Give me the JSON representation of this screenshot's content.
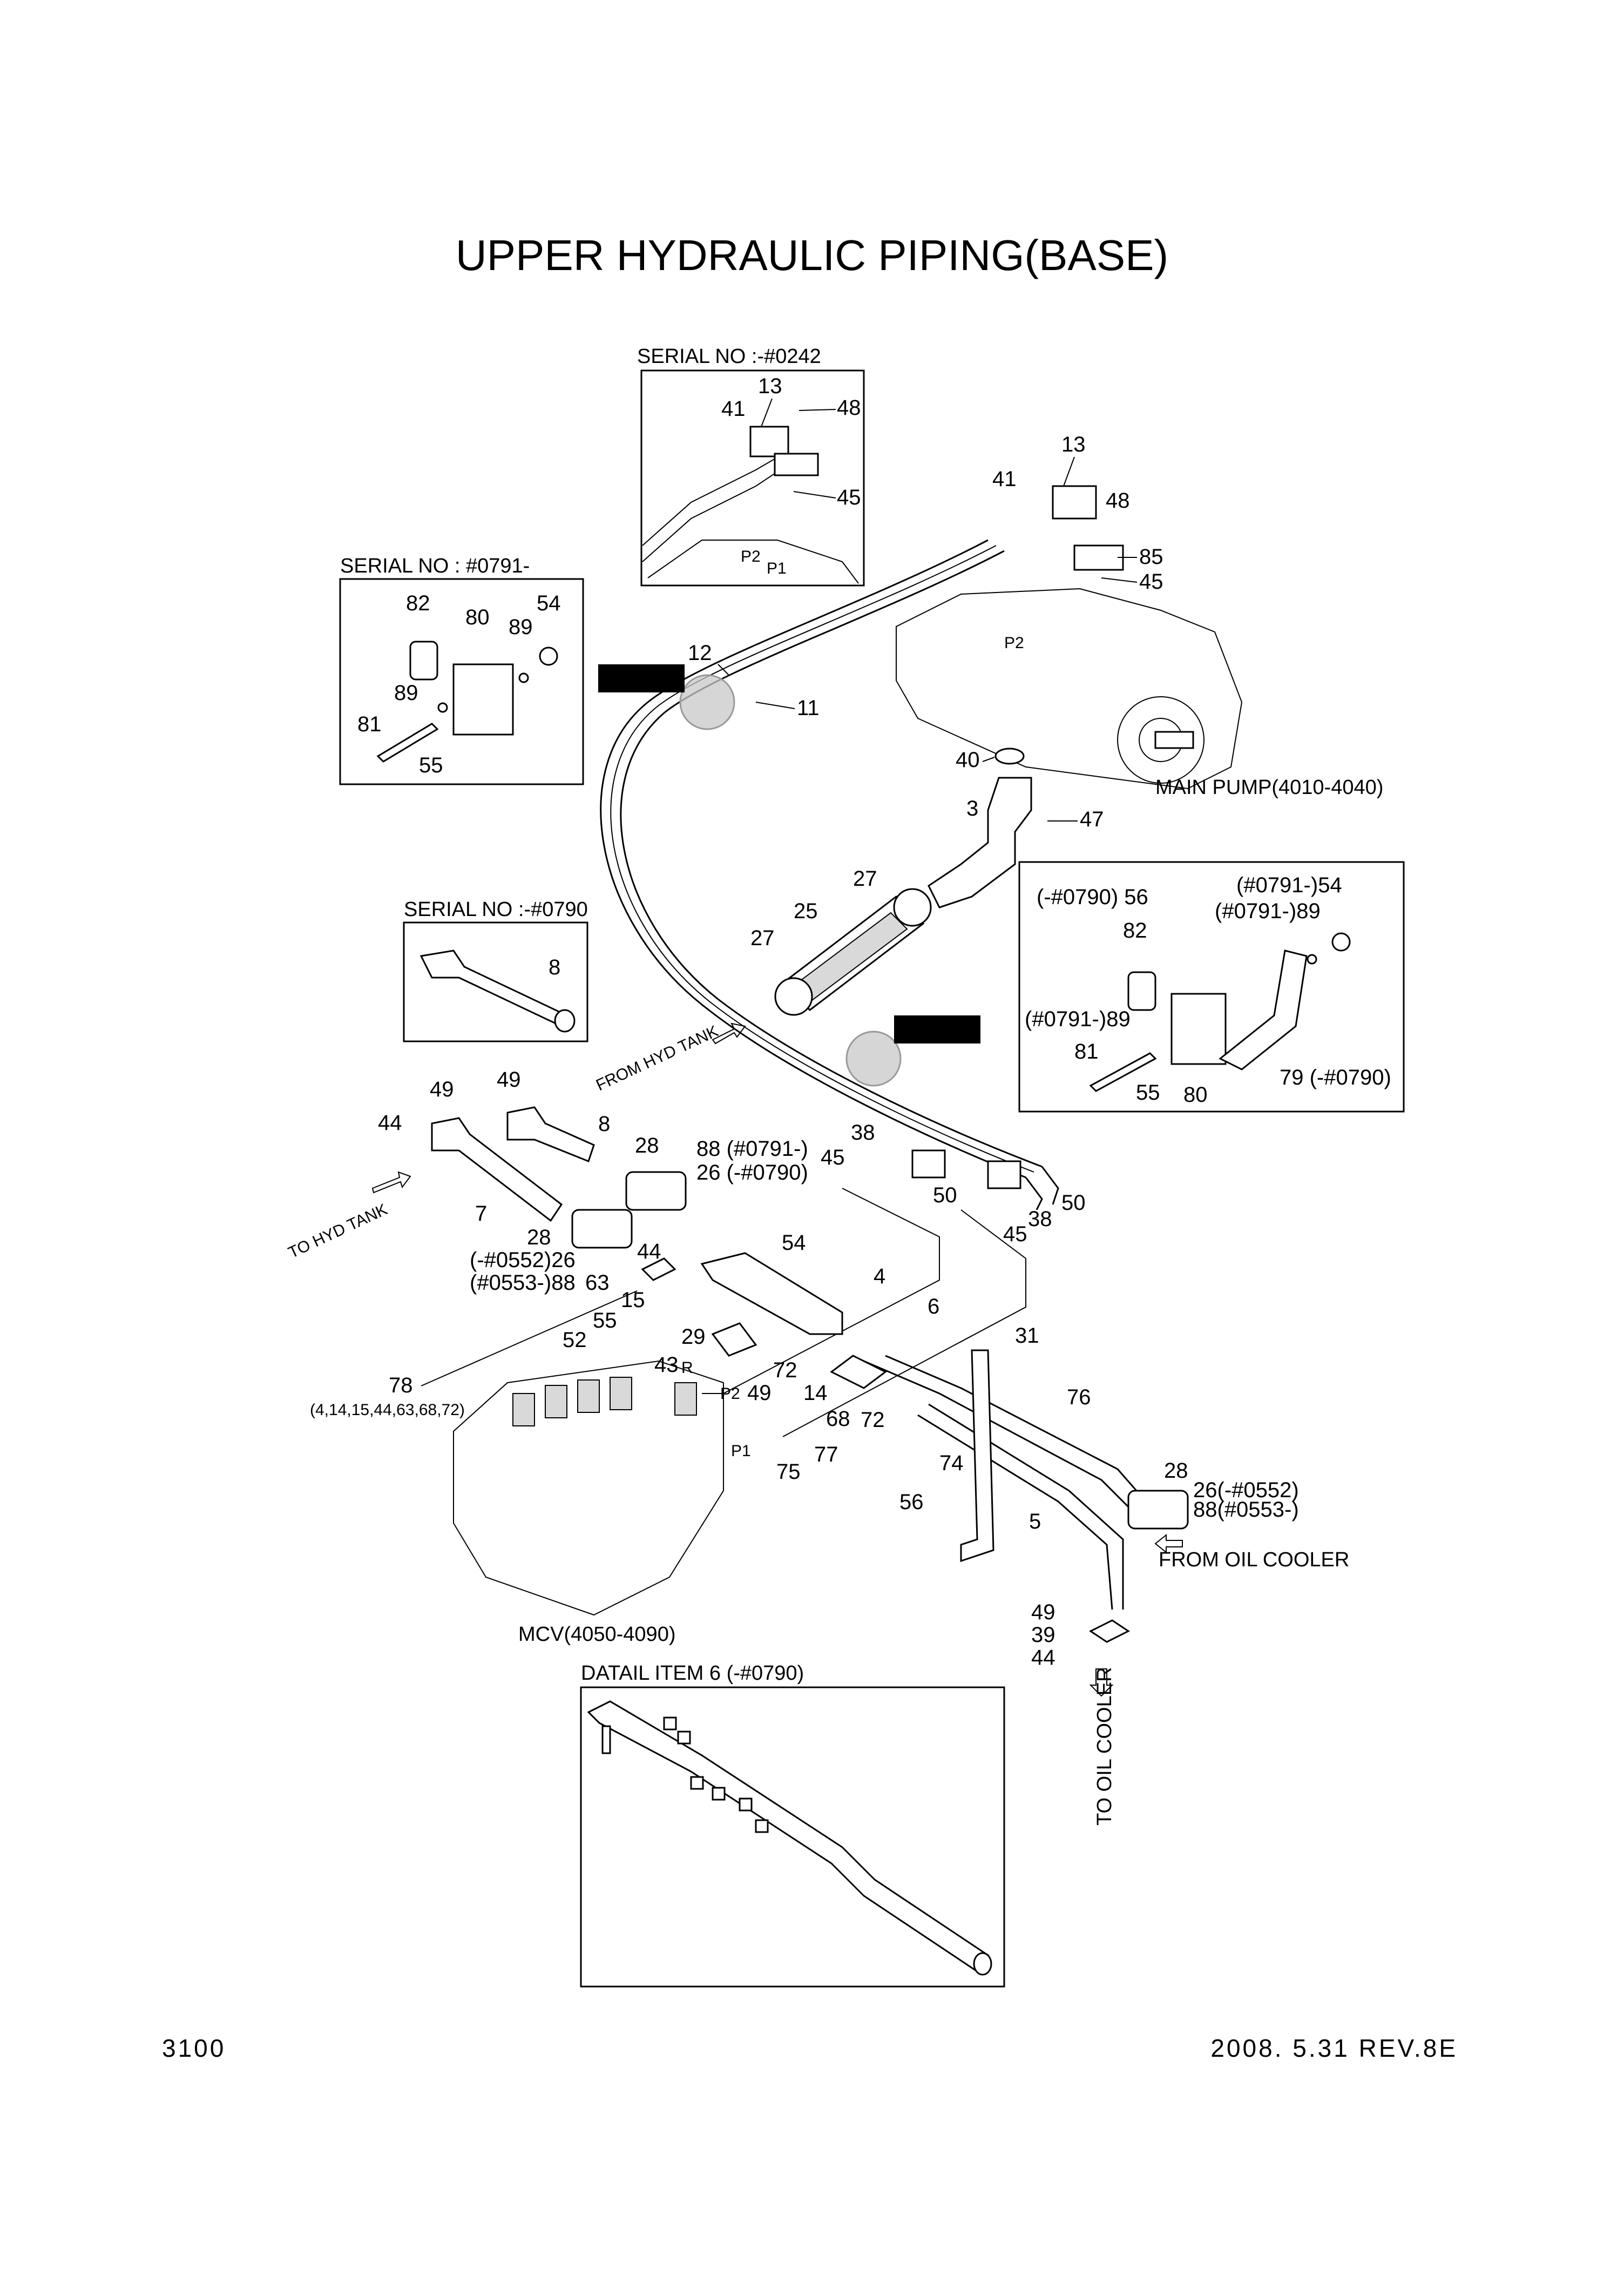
{
  "title": "UPPER HYDRAULIC PIPING(BASE)",
  "footer": {
    "page": "3100",
    "date_rev": "2008. 5.31  REV.8E"
  },
  "insets": {
    "top": "SERIAL NO :-#0242",
    "left_upper": "SERIAL NO : #0791-",
    "left_mid": "SERIAL NO :-#0790",
    "bottom": "DATAIL ITEM 6 (-#0790)"
  },
  "components": {
    "main_pump": "MAIN PUMP(4010-4040)",
    "mcv": "MCV(4050-4090)",
    "mcv_items": "(4,14,15,44,63,68,72)"
  },
  "flow_labels": {
    "from_hyd_tank": "FROM HYD TANK",
    "to_hyd_tank": "TO HYD TANK",
    "from_oil_cooler": "FROM OIL COOLER",
    "to_oil_cooler": "TO OIL COOLER"
  },
  "port_labels": {
    "p1": "P1",
    "p2": "P2",
    "r": "R"
  },
  "callouts": {
    "c13a": "13",
    "c41a": "41",
    "c48a": "48",
    "c45a": "45",
    "c13b": "13",
    "c41b": "41",
    "c48b": "48",
    "c85": "85",
    "c45b": "45",
    "c12": "12",
    "c11": "11",
    "c40": "40",
    "c3": "3",
    "c47": "47",
    "c82a": "82",
    "c80a": "80",
    "c54a": "54",
    "c89a": "89",
    "c89b": "89",
    "c81a": "81",
    "c55a": "55",
    "c8": "8",
    "c27a": "27",
    "c25": "25",
    "c27b": "27",
    "r56": "(-#0790) 56",
    "r54": "(#0791-)54",
    "r89a": "(#0791-)89",
    "c82b": "82",
    "r89b": "(#0791-)89",
    "c81b": "81",
    "c55b": "55",
    "c80b": "80",
    "r79": "79 (-#0790)",
    "c49a": "49",
    "c49b": "49",
    "c44a": "44",
    "c7": "7",
    "c8b": "8",
    "c28a": "28",
    "r88a": "88 (#0791-)",
    "r26a": "26 (-#0790)",
    "c38a": "38",
    "c45c": "45",
    "c50a": "50",
    "c50b": "50",
    "c38b": "38",
    "c45d": "45",
    "c28b": "28",
    "r26b": "(-#0552)26",
    "r88b": "(#0553-)88",
    "c63": "63",
    "c44b": "44",
    "c54b": "54",
    "c4": "4",
    "c6": "6",
    "c15": "15",
    "c55c": "55",
    "c52": "52",
    "c29": "29",
    "c43": "43",
    "c72a": "72",
    "c49c": "49",
    "c14": "14",
    "c31": "31",
    "c76": "76",
    "c68": "68",
    "c72b": "72",
    "c78": "78",
    "c77": "77",
    "c74": "74",
    "c75": "75",
    "c56": "56",
    "c5": "5",
    "c28c": "28",
    "r26c": "26(-#0552)",
    "r88c": "88(#0553-)",
    "c49d": "49",
    "c39": "39",
    "c44c": "44"
  }
}
